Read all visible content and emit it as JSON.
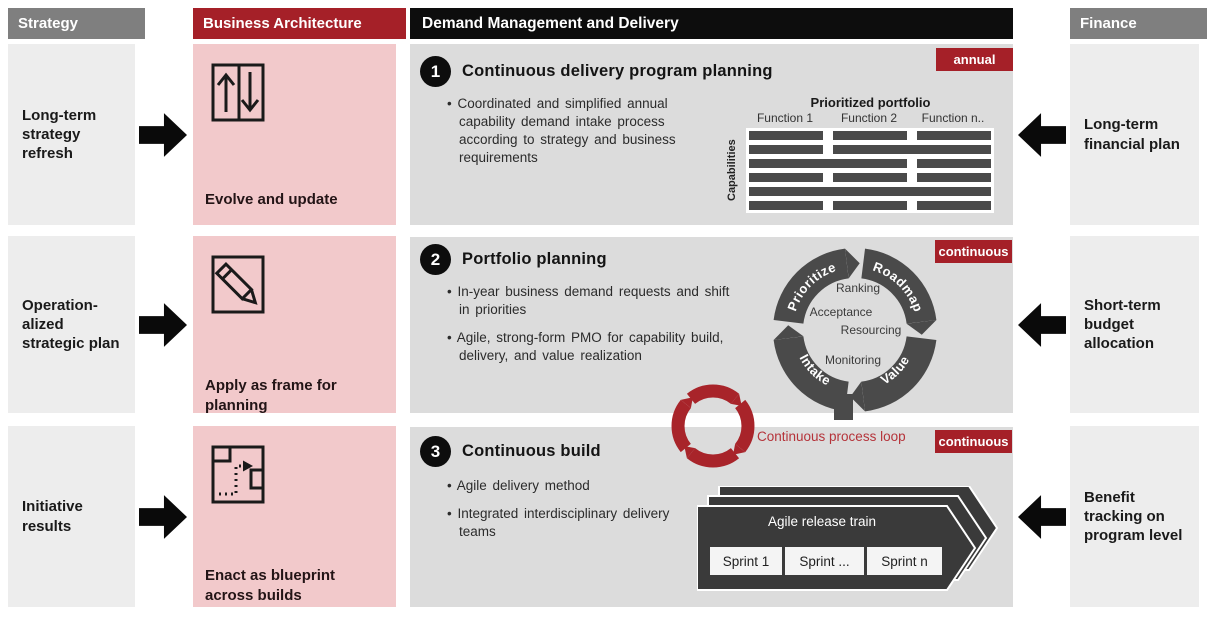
{
  "strategy": {
    "header": "Strategy",
    "items": [
      "Long-term strategy refresh",
      "Operation-alized strategic plan",
      "Initiative results"
    ]
  },
  "business_architecture": {
    "header": "Business Architecture",
    "items": [
      {
        "icon": "evolve-arrows-icon",
        "label": "Evolve and update"
      },
      {
        "icon": "pencil-icon",
        "label": "Apply as frame for planning"
      },
      {
        "icon": "blueprint-route-icon",
        "label": "Enact as blueprint across builds"
      }
    ]
  },
  "finance": {
    "header": "Finance",
    "items": [
      "Long-term financial plan",
      "Short-term budget allocation",
      "Benefit tracking on program level"
    ]
  },
  "main": {
    "header": "Demand Management and Delivery",
    "sections": [
      {
        "number": "1",
        "title": "Continuous delivery program planning",
        "badge": "annual",
        "bullets": [
          "Coordinated and simplified annual capability demand intake process according to strategy and business requirements"
        ]
      },
      {
        "number": "2",
        "title": "Portfolio planning",
        "badge": "continuous",
        "bullets": [
          "In-year business demand requests and shift in priorities",
          "Agile, strong-form PMO for capability build, delivery, and value realization"
        ]
      },
      {
        "number": "3",
        "title": "Continuous build",
        "badge": "continuous",
        "bullets": [
          "Agile delivery method",
          "Integrated interdisciplinary delivery teams"
        ]
      }
    ],
    "loop_label": "Continuous process loop",
    "release_train": {
      "title": "Agile release train",
      "sprints": [
        "Sprint 1",
        "Sprint ...",
        "Sprint n"
      ]
    }
  },
  "cycle": {
    "outer_segments": [
      "Prioritize",
      "Roadmap",
      "Value",
      "Intake"
    ],
    "inner_steps": [
      "Ranking",
      "Acceptance",
      "Resourcing",
      "Monitoring"
    ]
  },
  "chart_data": {
    "type": "table",
    "title": "Prioritized portfolio",
    "y_axis_label": "Capabilities",
    "columns": [
      "Function 1",
      "Function 2",
      "Function n.."
    ],
    "row_bar_spans": [
      [
        1,
        1,
        1
      ],
      [
        1,
        2
      ],
      [
        2,
        1
      ],
      [
        1,
        1,
        1
      ],
      [
        3
      ],
      [
        1,
        1,
        1
      ]
    ],
    "legend_position": "none",
    "grid": false
  },
  "colors": {
    "accent_red": "#A52028",
    "loop_red": "#A8242A",
    "header_gray": "#7F7F7F",
    "header_black": "#0D0D0D",
    "panel_gray": "#DCDCDC",
    "side_gray": "#EDEDED",
    "pink": "#F2C9CB",
    "dark": "#4A4A4A",
    "card_dark": "#3A3A3A"
  }
}
